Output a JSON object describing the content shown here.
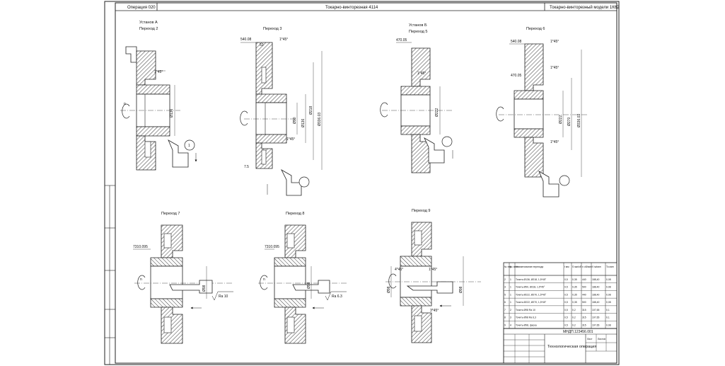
{
  "header": {
    "operation": "Операция 020",
    "machine": "Токарно-винторезная 4114",
    "model": "Токарно-винторезный модели 1К62"
  },
  "views": {
    "setup_a": "Установ А",
    "transition_2": "Переход 2",
    "transition_3": "Переход 3",
    "setup_b": "Установ Б",
    "transition_5": "Переход 5",
    "transition_6": "Переход 6",
    "transition_7": "Переход 7",
    "transition_8": "Переход 8",
    "transition_9": "Переход 9"
  },
  "dims": {
    "d1": "Ø136",
    "d2": "540.08",
    "d3": "53",
    "d4": "1*45°",
    "d5": "Ø90",
    "d6": "Ø136",
    "d7": "Ø218",
    "d8": "Ø336.03",
    "d9": "7.5",
    "d10": "470.05",
    "d11": "Ø222",
    "d12": "540.08",
    "d13": "470.05",
    "d14": "Ø222",
    "d15": "Ø270",
    "d16": "Ø336.03",
    "d17": "7310.095",
    "d18": "Ø98",
    "d19": "Ra 10",
    "d20": "7310.095",
    "d21": "Ø98",
    "d22": "Ra 6.3",
    "d23": "4*45°",
    "d24": "Ø98",
    "d25": "Ø98",
    "d26": "1*45°",
    "d27": "3*45°",
    "d28": "1*45°",
    "n": "n",
    "s": "S"
  },
  "table": {
    "headers": [
      "№ пер",
      "№ инст",
      "Наименование перехода",
      "t мм",
      "S мм/об",
      "n об/мин",
      "V м/мин",
      "To мин"
    ],
    "rows": [
      [
        "2",
        "1",
        "Точить Ø136, Ø218, 1,5*45°",
        "0,5",
        "0,35",
        "440",
        "188,40",
        "0,08"
      ],
      [
        "3",
        "1",
        "Точить Ø90, Ø218, 1,5*45°",
        "0,5",
        "0,35",
        "500",
        "188,40",
        "0,08"
      ],
      [
        "5",
        "1",
        "Точить Ø222, Ø270, 1,5*45°",
        "0,5",
        "0,35",
        "440",
        "188,40",
        "0,08"
      ],
      [
        "6",
        "1",
        "Точить Ø222, Ø270, 1,5*45°",
        "0,5",
        "0,35",
        "500",
        "188,40",
        "0,08"
      ],
      [
        "7",
        "2",
        "Точить Ø98 Ra 10",
        "0,5",
        "0,2",
        "315",
        "107,65",
        "0,1"
      ],
      [
        "8",
        "3",
        "Точить Ø98 Ra 6,3",
        "0,5",
        "0,2",
        "315",
        "107,65",
        "0,1"
      ],
      [
        "9",
        "4",
        "Точить Ø98, фаска",
        "0,5",
        "0,2",
        "315",
        "107,65",
        "0,08"
      ]
    ]
  },
  "title_block": {
    "doc_code": "МНДП.123456.001",
    "name": "Технологическая операция",
    "sheet": "Лист",
    "sheets": "Листов"
  }
}
